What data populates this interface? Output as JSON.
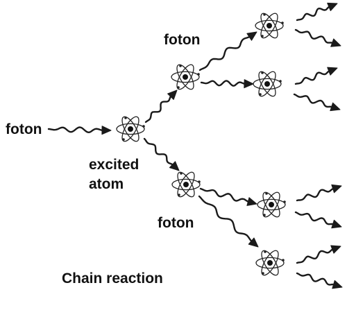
{
  "labels": {
    "incoming_photon": "foton",
    "excited_atom": "excited\natom",
    "upper_photon": "foton",
    "lower_photon": "foton",
    "caption": "Chain reaction"
  },
  "icons": {
    "atom": "atom-icon",
    "photon": "photon-wave-arrow-icon"
  },
  "colors": {
    "ink": "#1a1a1a",
    "background": "#ffffff"
  }
}
